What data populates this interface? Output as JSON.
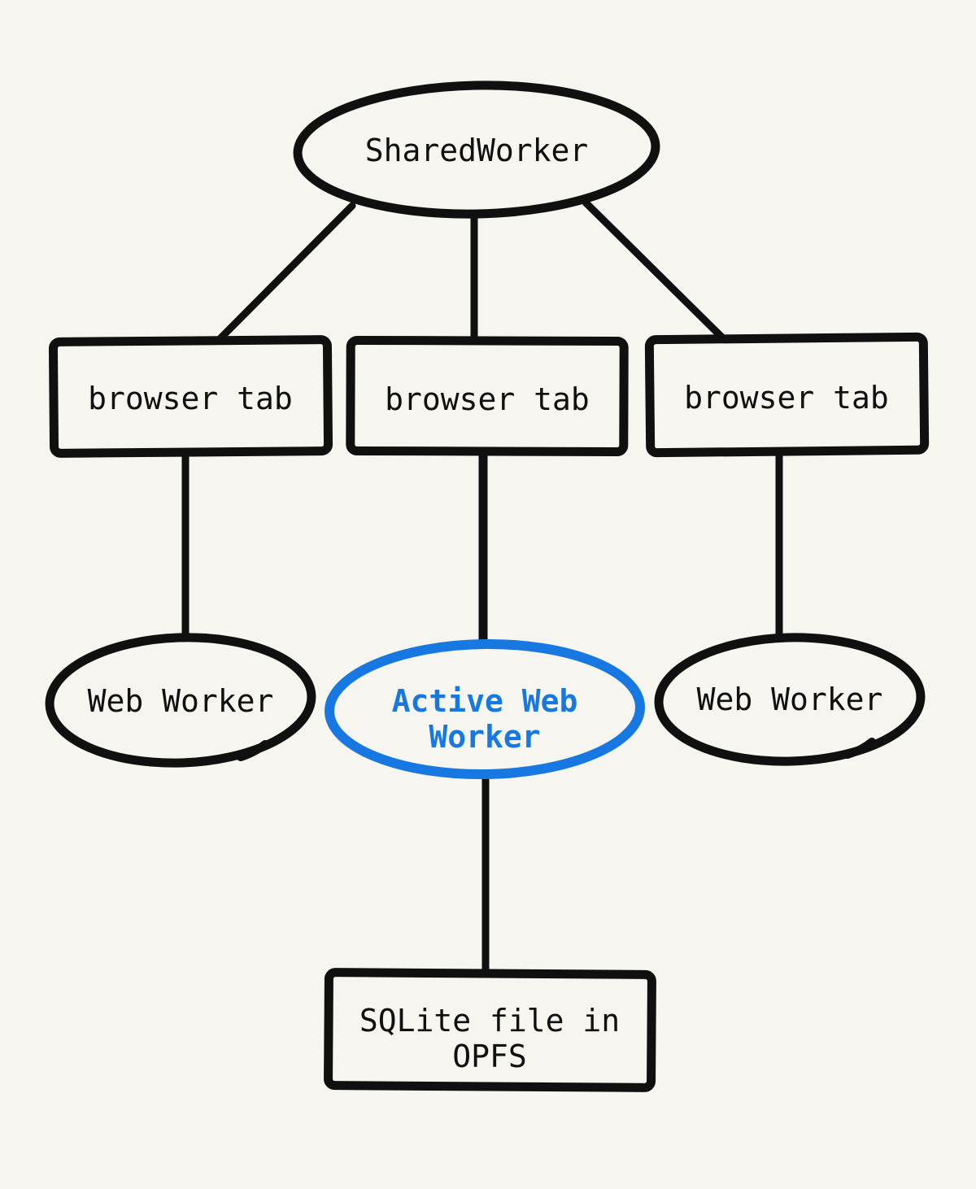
{
  "diagram": {
    "colors": {
      "background": "#f6f5f0",
      "stroke": "#101010",
      "accent_blue": "#1778e2"
    },
    "nodes": {
      "shared_worker": {
        "label": "SharedWorker",
        "shape": "ellipse"
      },
      "browser_tab_left": {
        "label": "browser tab",
        "shape": "rect"
      },
      "browser_tab_center": {
        "label": "browser tab",
        "shape": "rect"
      },
      "browser_tab_right": {
        "label": "browser tab",
        "shape": "rect"
      },
      "web_worker_left": {
        "label": "Web Worker",
        "shape": "ellipse"
      },
      "active_web_worker": {
        "label_line1": "Active Web",
        "label_line2": "Worker",
        "shape": "ellipse",
        "highlight": "#1778e2"
      },
      "web_worker_right": {
        "label": "Web Worker",
        "shape": "ellipse"
      },
      "sqlite_file": {
        "label_line1": "SQLite file in",
        "label_line2": "OPFS",
        "shape": "rect"
      }
    },
    "edges": [
      {
        "from": "shared_worker",
        "to": "browser_tab_left"
      },
      {
        "from": "shared_worker",
        "to": "browser_tab_center"
      },
      {
        "from": "shared_worker",
        "to": "browser_tab_right"
      },
      {
        "from": "browser_tab_left",
        "to": "web_worker_left"
      },
      {
        "from": "browser_tab_center",
        "to": "active_web_worker"
      },
      {
        "from": "browser_tab_right",
        "to": "web_worker_right"
      },
      {
        "from": "active_web_worker",
        "to": "sqlite_file"
      }
    ]
  }
}
